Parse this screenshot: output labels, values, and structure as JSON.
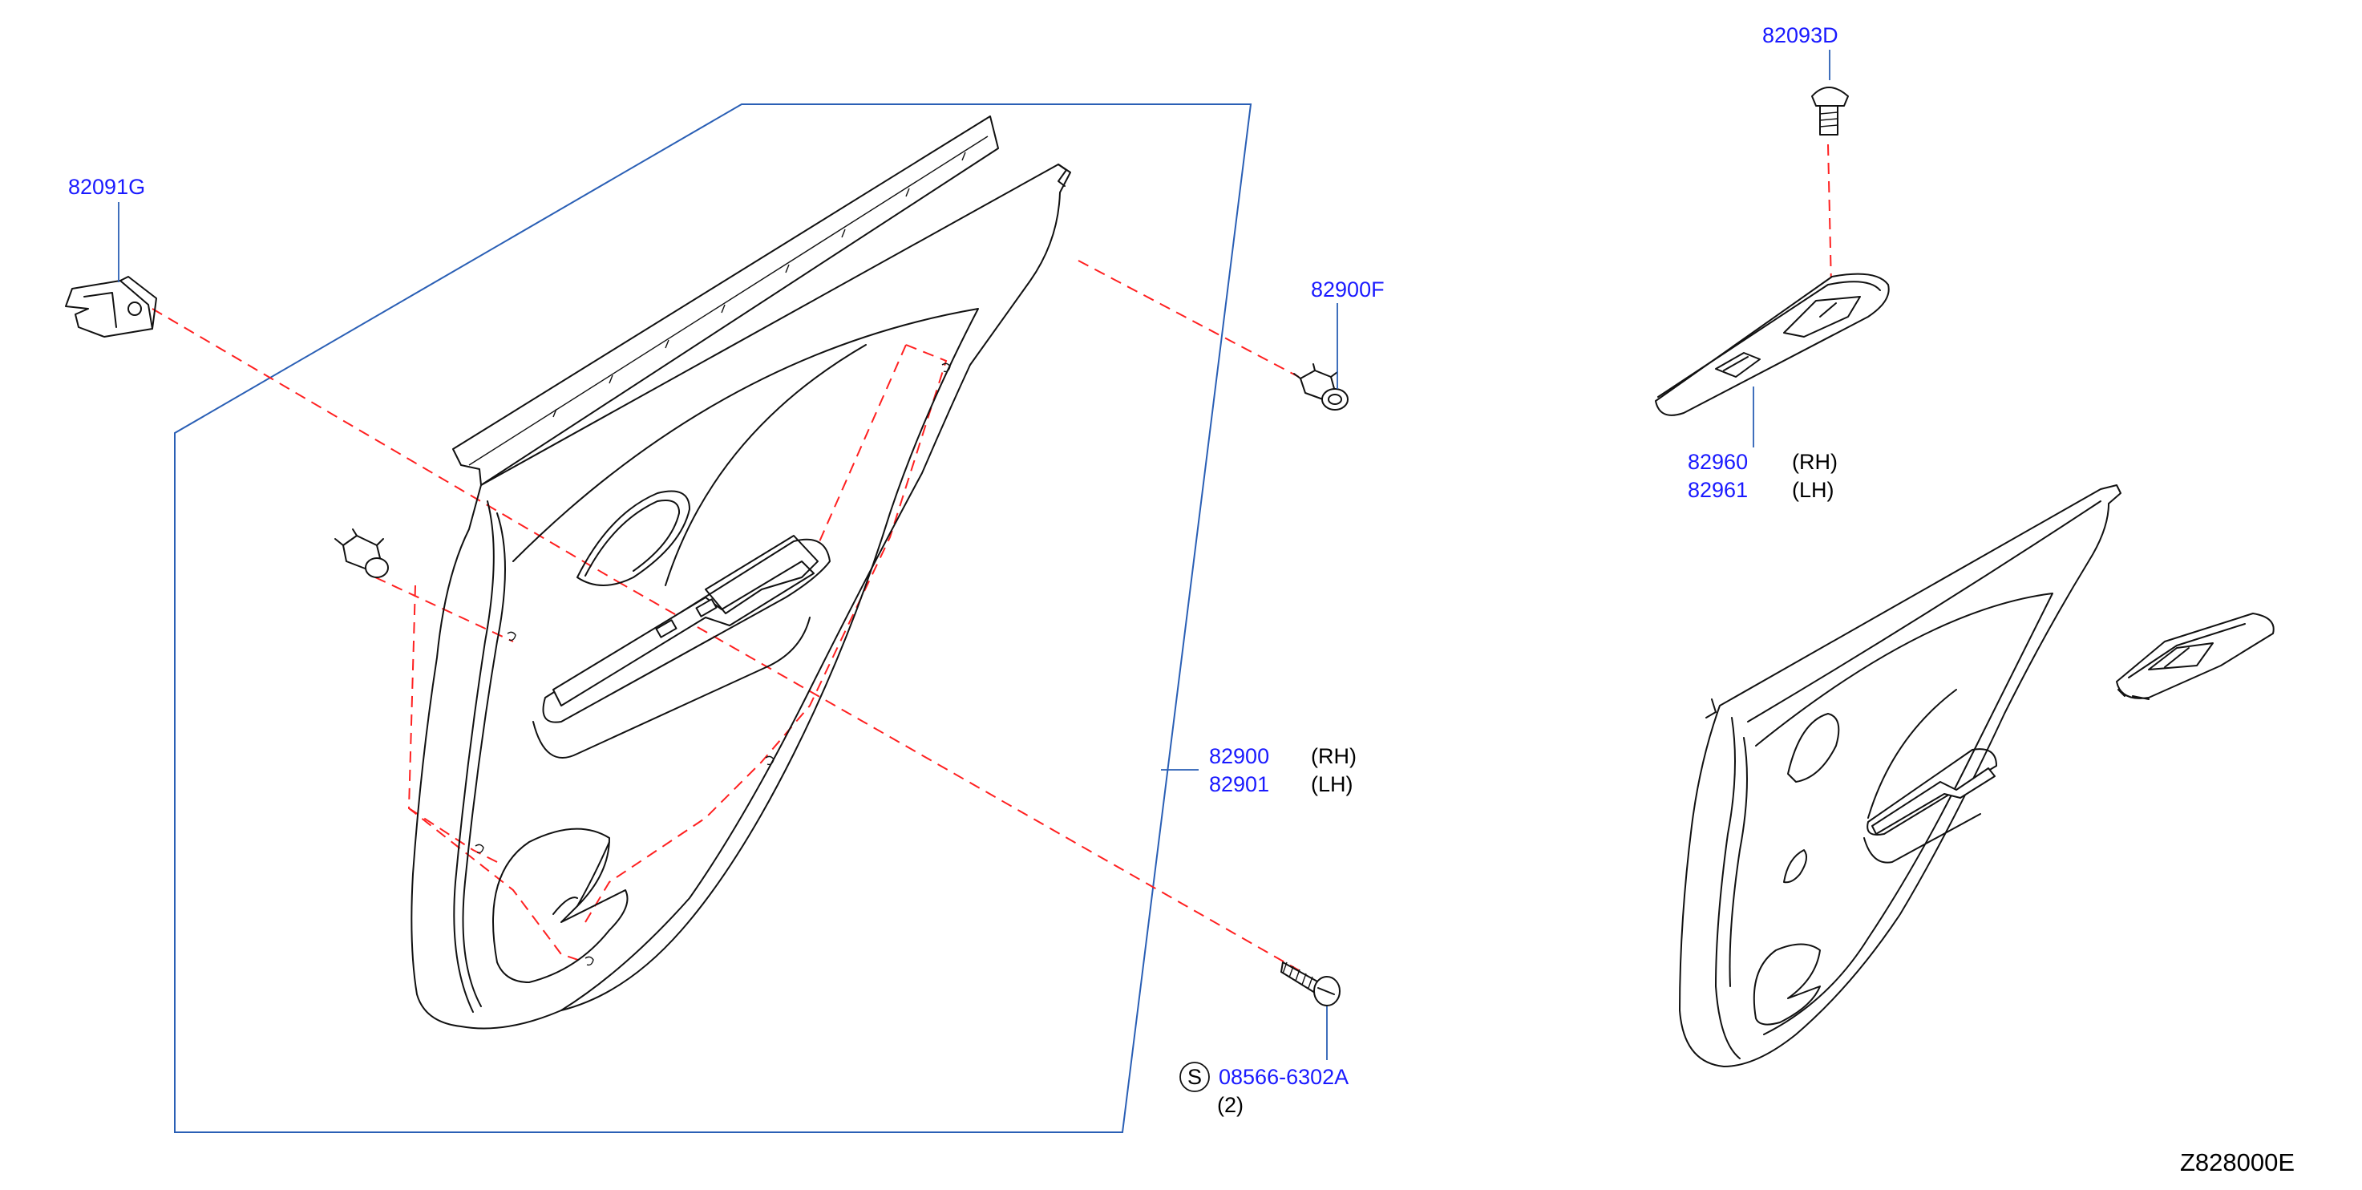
{
  "diagram_code": "Z828000E",
  "colors": {
    "part_number": "#1a1aff",
    "leader_line": "#2a5fb5",
    "hidden_line": "#ff2020",
    "ink": "#111111"
  },
  "callouts": {
    "clip_82091g": {
      "part_number": "82091G"
    },
    "screw_82093d": {
      "part_number": "82093D"
    },
    "clip_82900f": {
      "part_number": "82900F"
    },
    "finisher": {
      "part_number_rh": "82960",
      "side_rh": "(RH)",
      "part_number_lh": "82961",
      "side_lh": "(LH)"
    },
    "door_trim": {
      "part_number_rh": "82900",
      "side_rh": "(RH)",
      "part_number_lh": "82901",
      "side_lh": "(LH)"
    },
    "screw_standard": {
      "symbol": "S",
      "part_number": "08566-6302A",
      "quantity": "(2)"
    }
  }
}
